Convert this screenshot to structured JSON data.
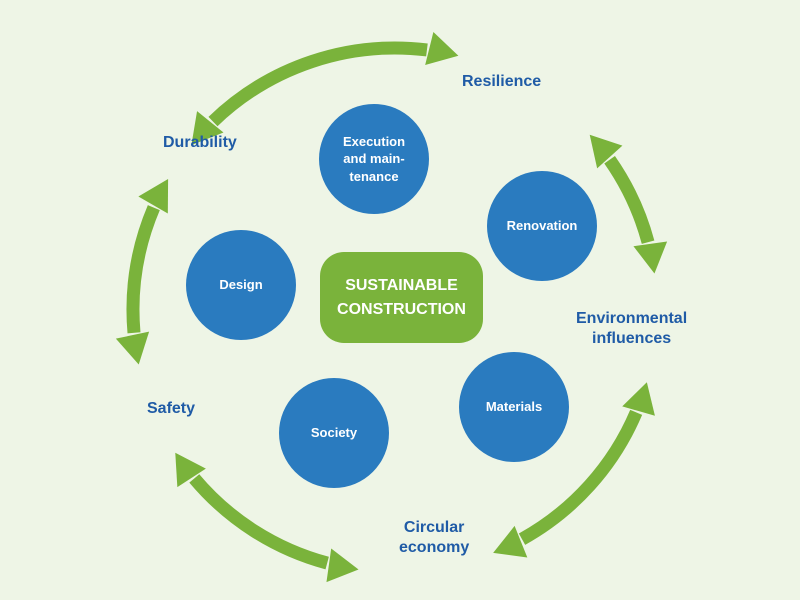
{
  "center": {
    "line1": "SUSTAINABLE",
    "line2": "CONSTRUCTION"
  },
  "inner_topics": {
    "execution": "Execution\nand main-\ntenance",
    "renovation": "Renovation",
    "design": "Design",
    "materials": "Materials",
    "society": "Society"
  },
  "outer_aspects": {
    "resilience": "Resilience",
    "durability": "Durability",
    "environmental_line1": "Environmental",
    "environmental_line2": "influences",
    "safety": "Safety",
    "circular_line1": "Circular",
    "circular_line2": "economy"
  },
  "colors": {
    "background": "#eef5e6",
    "circle_blue": "#2a7bbf",
    "center_green": "#7ab33b",
    "arrow_green": "#7ab33b",
    "label_blue": "#1f5ba6"
  }
}
